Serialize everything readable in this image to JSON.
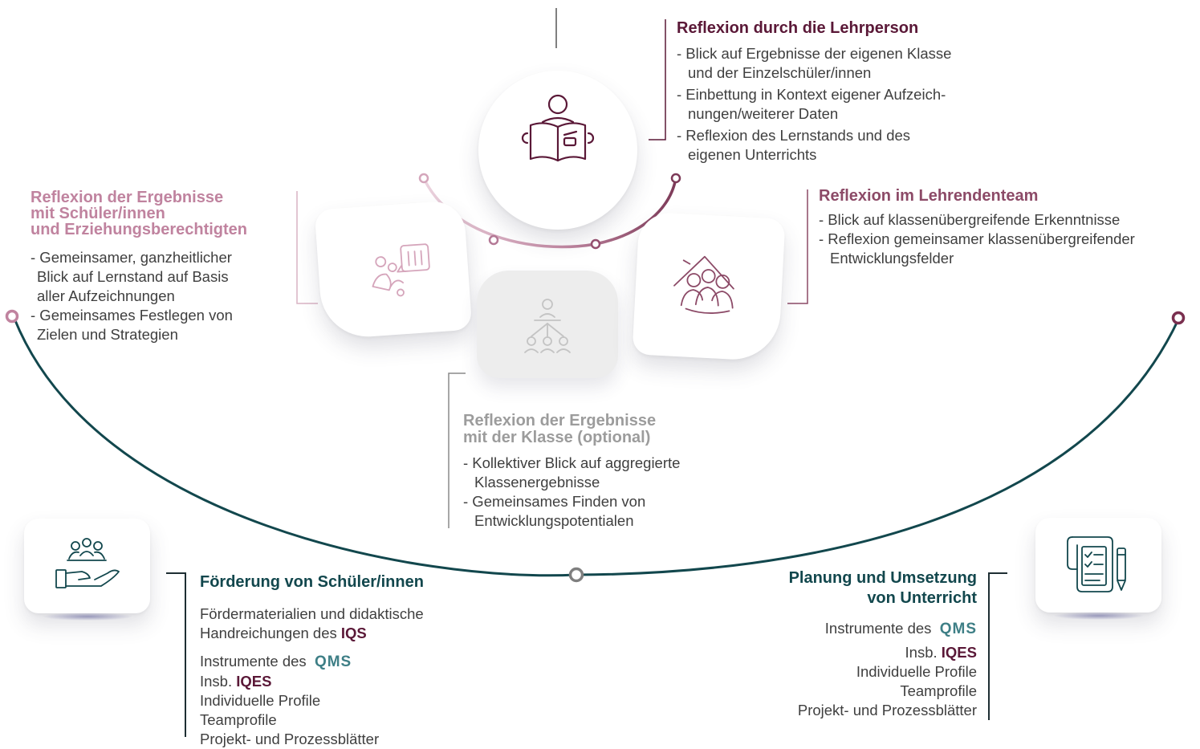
{
  "teacher": {
    "title": "Reflexion durch die Lehrperson",
    "items": [
      {
        "line1": "- Blick auf Ergebnisse der eigenen Klasse",
        "line2": "und der Einzelschüler/innen"
      },
      {
        "line1": "- Einbettung in Kontext eigener Aufzeich-",
        "line2": "nungen/weiterer Daten"
      },
      {
        "line1": "- Reflexion des Lernstands und des",
        "line2": "eigenen Unterrichts"
      }
    ]
  },
  "students_parents": {
    "title_lines": [
      "Reflexion der Ergebnisse",
      "mit Schüler/innen",
      "und Erziehungsberechtigten"
    ],
    "items": [
      {
        "line1": "- Gemeinsamer, ganzheitlicher",
        "line2": "Blick auf Lernstand auf Basis",
        "line3": "aller Aufzeichnungen"
      },
      {
        "line1": "- Gemeinsames Festlegen von",
        "line2": "Zielen und Strategien"
      }
    ]
  },
  "team": {
    "title": "Reflexion im Lehrendenteam",
    "items": [
      {
        "line1": "- Blick auf klassenübergreifende Erkenntnisse"
      },
      {
        "line1": "- Reflexion gemeinsamer klassenübergreifender",
        "line2": "Entwicklungsfelder"
      }
    ]
  },
  "class": {
    "title_lines": [
      "Reflexion der Ergebnisse",
      "mit der Klasse (optional)"
    ],
    "items": [
      {
        "line1": "- Kollektiver Blick auf aggregierte",
        "line2": "Klassenergebnisse"
      },
      {
        "line1": "- Gemeinsames Finden von",
        "line2": "Entwicklungspotentialen"
      }
    ]
  },
  "foerderung": {
    "title": "Förderung von Schüler/innen",
    "p1_line1": "Fördermaterialien und didaktische",
    "p1_line2_prefix": "Handreichungen des",
    "p1_strong": "IQS",
    "instr_prefix": "Instrumente des",
    "qms": "QMS",
    "insb_prefix": "Insb.",
    "insb_strong": "IQES",
    "list": [
      "Individuelle Profile",
      "Teamprofile",
      "Projekt- und Prozessblätter"
    ]
  },
  "planung": {
    "title_lines": [
      "Planung und Umsetzung",
      "von Unterricht"
    ],
    "instr_prefix": "Instrumente des",
    "qms": "QMS",
    "insb_prefix": "Insb.",
    "insb_strong": "IQES",
    "list": [
      "Individuelle Profile",
      "Teamprofile",
      "Projekt- und Prozessblätter"
    ]
  },
  "icons": {
    "teacher": "reading-teacher-icon",
    "students_parents": "conversation-icon",
    "class": "class-hierarchy-icon",
    "team": "team-house-icon",
    "foerderung": "hand-group-icon",
    "planung": "checklist-pen-icon"
  },
  "colors": {
    "maroon": "#5a1837",
    "pink": "#c0839f",
    "mauve": "#8c4a67",
    "grey": "#9c9c9c",
    "teal": "#12474d",
    "qms": "#3e7f86"
  }
}
